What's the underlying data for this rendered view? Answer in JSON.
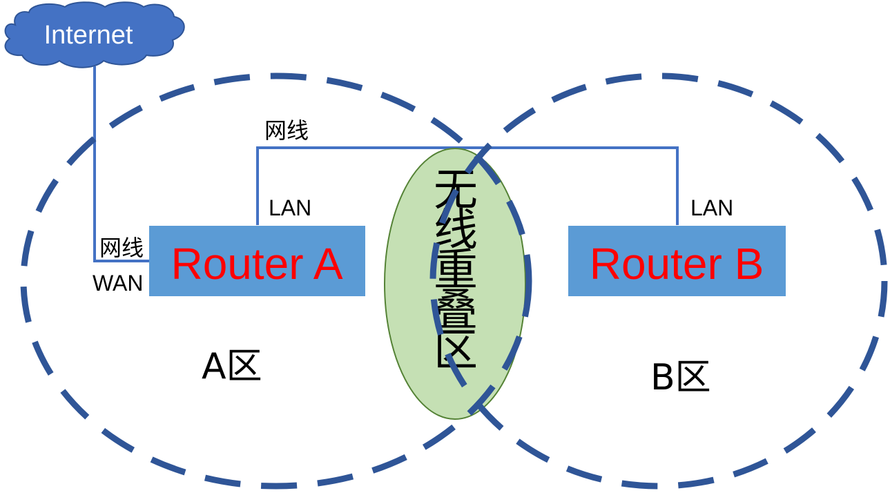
{
  "cloud": {
    "label": "Internet"
  },
  "cable_labels": {
    "wan_cable": "网线",
    "lan_cable": "网线"
  },
  "ports": {
    "wan": "WAN",
    "lan_a": "LAN",
    "lan_b": "LAN"
  },
  "routers": [
    {
      "label": "Router A"
    },
    {
      "label": "Router B"
    }
  ],
  "zones": {
    "a": "A区",
    "b": "B区",
    "overlap_chars": [
      "无",
      "线",
      "重",
      "叠",
      "区"
    ]
  },
  "colors": {
    "zone_border": "#2F5597",
    "router_fill": "#5B9BD5",
    "router_text": "#FF0000",
    "cable": "#4472C4",
    "cloud_fill": "#4472C4",
    "overlap_fill": "#C5E0B4",
    "overlap_border": "#548235"
  }
}
